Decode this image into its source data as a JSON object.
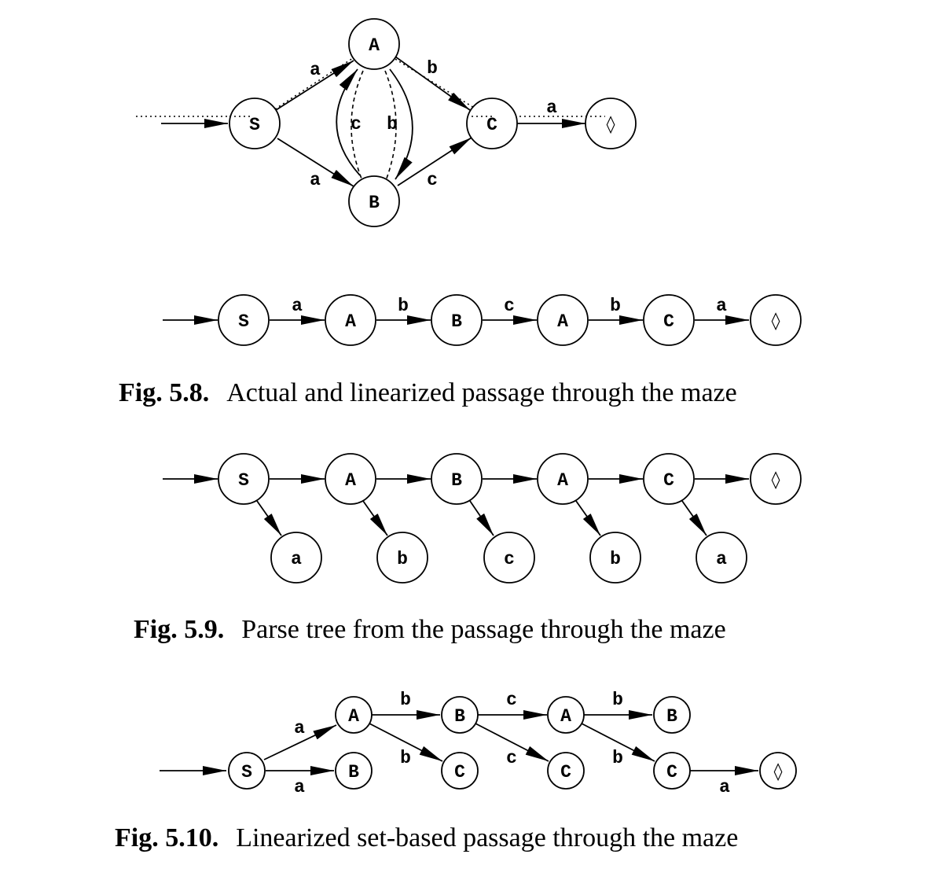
{
  "symbols": {
    "S": "S",
    "A": "A",
    "B": "B",
    "C": "C",
    "a": "a",
    "b": "b",
    "c": "c",
    "end": "◊"
  },
  "captions": {
    "fig_5_8": {
      "number": "Fig. 5.8.",
      "text": "Actual and linearized passage through the maze"
    },
    "fig_5_9": {
      "number": "Fig. 5.9.",
      "text": "Parse tree from the passage through the maze"
    },
    "fig_5_10": {
      "number": "Fig. 5.10.",
      "text": "Linearized set-based passage through the maze"
    }
  },
  "maze_graph": {
    "nodes": [
      "S",
      "A",
      "B",
      "C",
      "◊"
    ],
    "edges": [
      {
        "from": "S",
        "to": "A",
        "label": "a"
      },
      {
        "from": "S",
        "to": "B",
        "label": "a"
      },
      {
        "from": "A",
        "to": "B",
        "label": "b"
      },
      {
        "from": "B",
        "to": "A",
        "label": "c"
      },
      {
        "from": "A",
        "to": "C",
        "label": "b"
      },
      {
        "from": "B",
        "to": "C",
        "label": "c"
      },
      {
        "from": "C",
        "to": "◊",
        "label": "a"
      }
    ]
  },
  "linearized_path": {
    "nodes": [
      "S",
      "A",
      "B",
      "A",
      "C",
      "◊"
    ],
    "labels": [
      "a",
      "b",
      "c",
      "b",
      "a"
    ]
  },
  "parse_tree": {
    "spine": [
      "S",
      "A",
      "B",
      "A",
      "C",
      "◊"
    ],
    "leaves": [
      "a",
      "b",
      "c",
      "b",
      "a"
    ]
  },
  "set_based": {
    "upper": [
      "A",
      "B",
      "A",
      "B"
    ],
    "upper_labels": [
      "b",
      "c",
      "b"
    ],
    "lower": [
      "S",
      "B",
      "C",
      "C",
      "C",
      "◊"
    ],
    "labels": {
      "S_A": "a",
      "S_B": "a",
      "A_C": "b",
      "B_C": "c",
      "A2_C": "b",
      "C_end": "a"
    }
  }
}
